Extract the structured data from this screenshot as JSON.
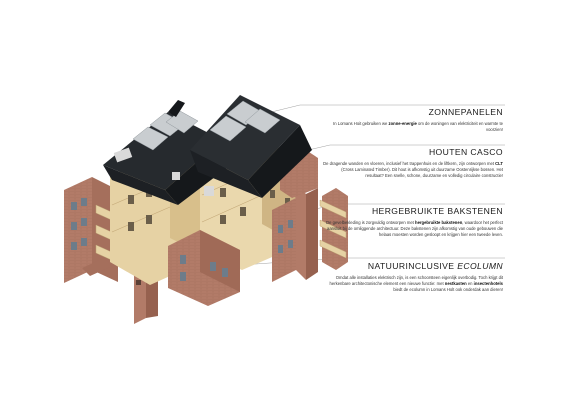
{
  "colors": {
    "roof": "#262a2e",
    "roof_dark": "#15181b",
    "solar": "#c9cdd0",
    "timber": "#e6d2a4",
    "timber_shade": "#cdb584",
    "brick": "#b27b68",
    "brick_shade": "#95604f",
    "leader_line": "#9a9a9a"
  },
  "annotations": [
    {
      "title": "ZONNEPANELEN",
      "body": [
        {
          "text": "In Lomans Hoit gebruiken we "
        },
        {
          "text": "zonne-energie",
          "bold": true
        },
        {
          "text": " om de woningen van elektriciteit en warmte te voorzien!"
        }
      ]
    },
    {
      "title": "HOUTEN  CASCO",
      "body": [
        {
          "text": "De dragende wanden en vloeren, inclusief het trappenhuis en de liftkern, zijn ontworpen met "
        },
        {
          "text": "CLT",
          "bold": true
        },
        {
          "text": " (Cross Laminated Timber). Dit hout is afkomstig uit duurzame Oostenrijkse bossen. Het resultaat? Een snelle, schone, duurzame en volledig circulaire constructie!"
        }
      ]
    },
    {
      "title": "HERGEBRUIKTE BAKSTENEN",
      "body": [
        {
          "text": "De gevelbekleding is zorgvuldig ontworpen met "
        },
        {
          "text": "hergebruikte bakstenen",
          "bold": true
        },
        {
          "text": ", waardoor het perfect aansluit bij de omliggende architectuur. Deze bakstenen zijn afkomstig van oude gebouwen die helaas moesten worden gesloopt en krijgen hier een tweede leven."
        }
      ]
    },
    {
      "title": "NATUURINCLUSIVE ",
      "title_em": "ECOLUMN",
      "body": [
        {
          "text": "Omdat alle installaties elektrisch zijn, is een schoorsteen eigenlijk overbodig. Toch krijgt dit herkenbare architectonische element een nieuwe functie: met "
        },
        {
          "text": "nestkasten",
          "bold": true
        },
        {
          "text": " en "
        },
        {
          "text": "insectenhotels",
          "bold": true
        },
        {
          "text": " biedt de ecolumn in Lomans Holt ook onderdak aan dieren!"
        }
      ]
    }
  ]
}
